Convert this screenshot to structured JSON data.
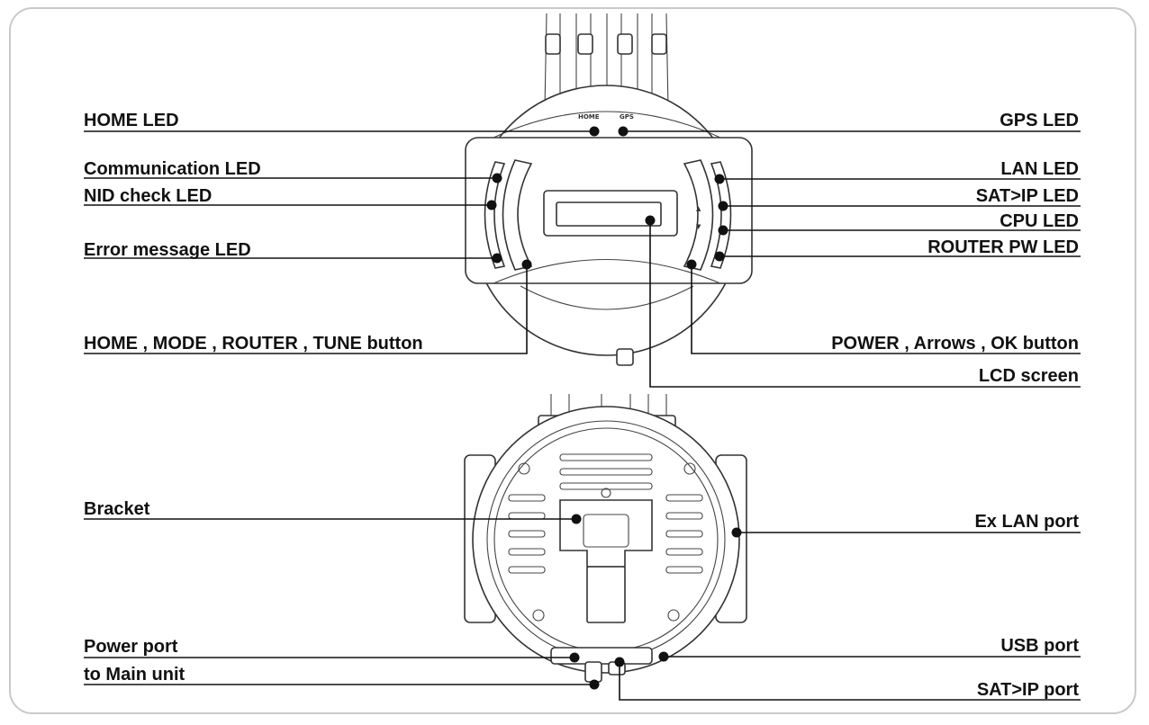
{
  "top_panel": {
    "indicator_labels": {
      "home": "HOME",
      "gps": "GPS"
    }
  },
  "callouts": {
    "home_led": "HOME LED",
    "communication_led": "Communication LED",
    "nid_check_led": "NID check LED",
    "error_message_led": "Error message LED",
    "left_buttons": "HOME , MODE , ROUTER , TUNE button",
    "gps_led": "GPS LED",
    "lan_led": "LAN LED",
    "satip_led": "SAT>IP LED",
    "cpu_led": "CPU LED",
    "router_pw_led": "ROUTER PW LED",
    "right_buttons": "POWER , Arrows , OK button",
    "lcd_screen": "LCD screen",
    "bracket": "Bracket",
    "ex_lan_port": "Ex LAN port",
    "power_port": "Power port",
    "to_main_unit": "to Main unit",
    "usb_port": "USB port",
    "satip_port": "SAT>IP port"
  },
  "colors": {
    "line": "#111111",
    "frame": "#c9c9c9",
    "device_stroke": "#333333"
  }
}
